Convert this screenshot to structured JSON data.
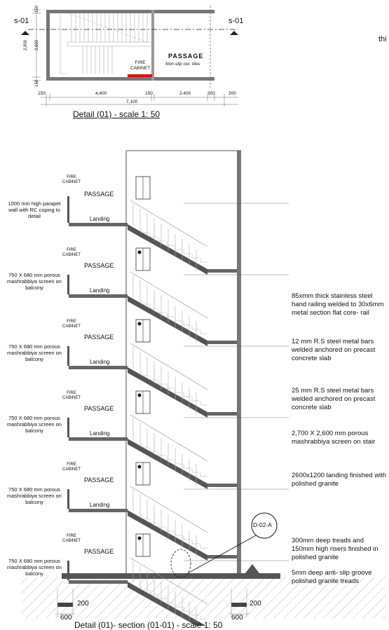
{
  "plan": {
    "section_left": "s-01",
    "section_right": "s-01",
    "partial_text_right": "thi",
    "passage_label": "PASSAGE",
    "passage_sub": "Non-slip cer. tiles",
    "fire_cabinet": "FIRE\nCABINET",
    "dims_bottom": [
      "150",
      "4,400",
      "150",
      "2,400",
      "300",
      "200"
    ],
    "dim_total": "7,100",
    "dims_left": [
      "150",
      "2,900",
      "2,600",
      "150"
    ],
    "title": "Detail (01)   - scale 1: 50"
  },
  "section": {
    "floors": [
      {
        "fire": "FIRE CABINET",
        "passage": "PASSAGE",
        "landing": "Landing",
        "left_note": "1000 mm high parapet wall with RC coping to detail"
      },
      {
        "fire": "FIRE CABINET",
        "passage": "PASSAGE",
        "landing": "Landing",
        "left_note": "750 X 680 mm porous mashrabbiya screen on balcony"
      },
      {
        "fire": "FIRE CABINET",
        "passage": "PASSAGE",
        "landing": "Landing",
        "left_note": "750 X 680 mm porous mashrabbiya screen on balcony"
      },
      {
        "fire": "FIRE CABINET",
        "passage": "PASSAGE",
        "landing": "Landing",
        "left_note": "750 X 680 mm porous mashrabbiya screen on balcony"
      },
      {
        "fire": "FIRE CABINET",
        "passage": "PASSAGE",
        "landing": "Landing",
        "left_note": "750 X 680 mm porous mashrabbiya screen on balcony"
      },
      {
        "fire": "FIRE CABINET",
        "passage": "PASSAGE",
        "landing": "",
        "left_note": "750 X 680 mm porous mashrabbiya screen on balcony"
      }
    ],
    "right_notes": [
      "85xmm thick stainless steel hand railing welded to 30x6mm metal section flat core- rail",
      "12 mm R.S steel metal bars welded anchored on precast concrete slab",
      "25 mm R.S steel metal bars welded anchored on precast concrete slab",
      "2,700 X 2,600 mm porous mashrabbiya screen on stair",
      "2600x1200 landing finished with polished granite",
      "300mm deep treads and 150mm high risers finished in polished granite",
      "5mm deep anti- slip groove polished granite treads"
    ],
    "detail_callout": "D-02-A",
    "footing_left": {
      "w": "600",
      "h": "200"
    },
    "footing_right": {
      "w": "600",
      "h": "200"
    },
    "bottom_title": "Detail (01)- section (01-01)   - scale 1: 50"
  }
}
